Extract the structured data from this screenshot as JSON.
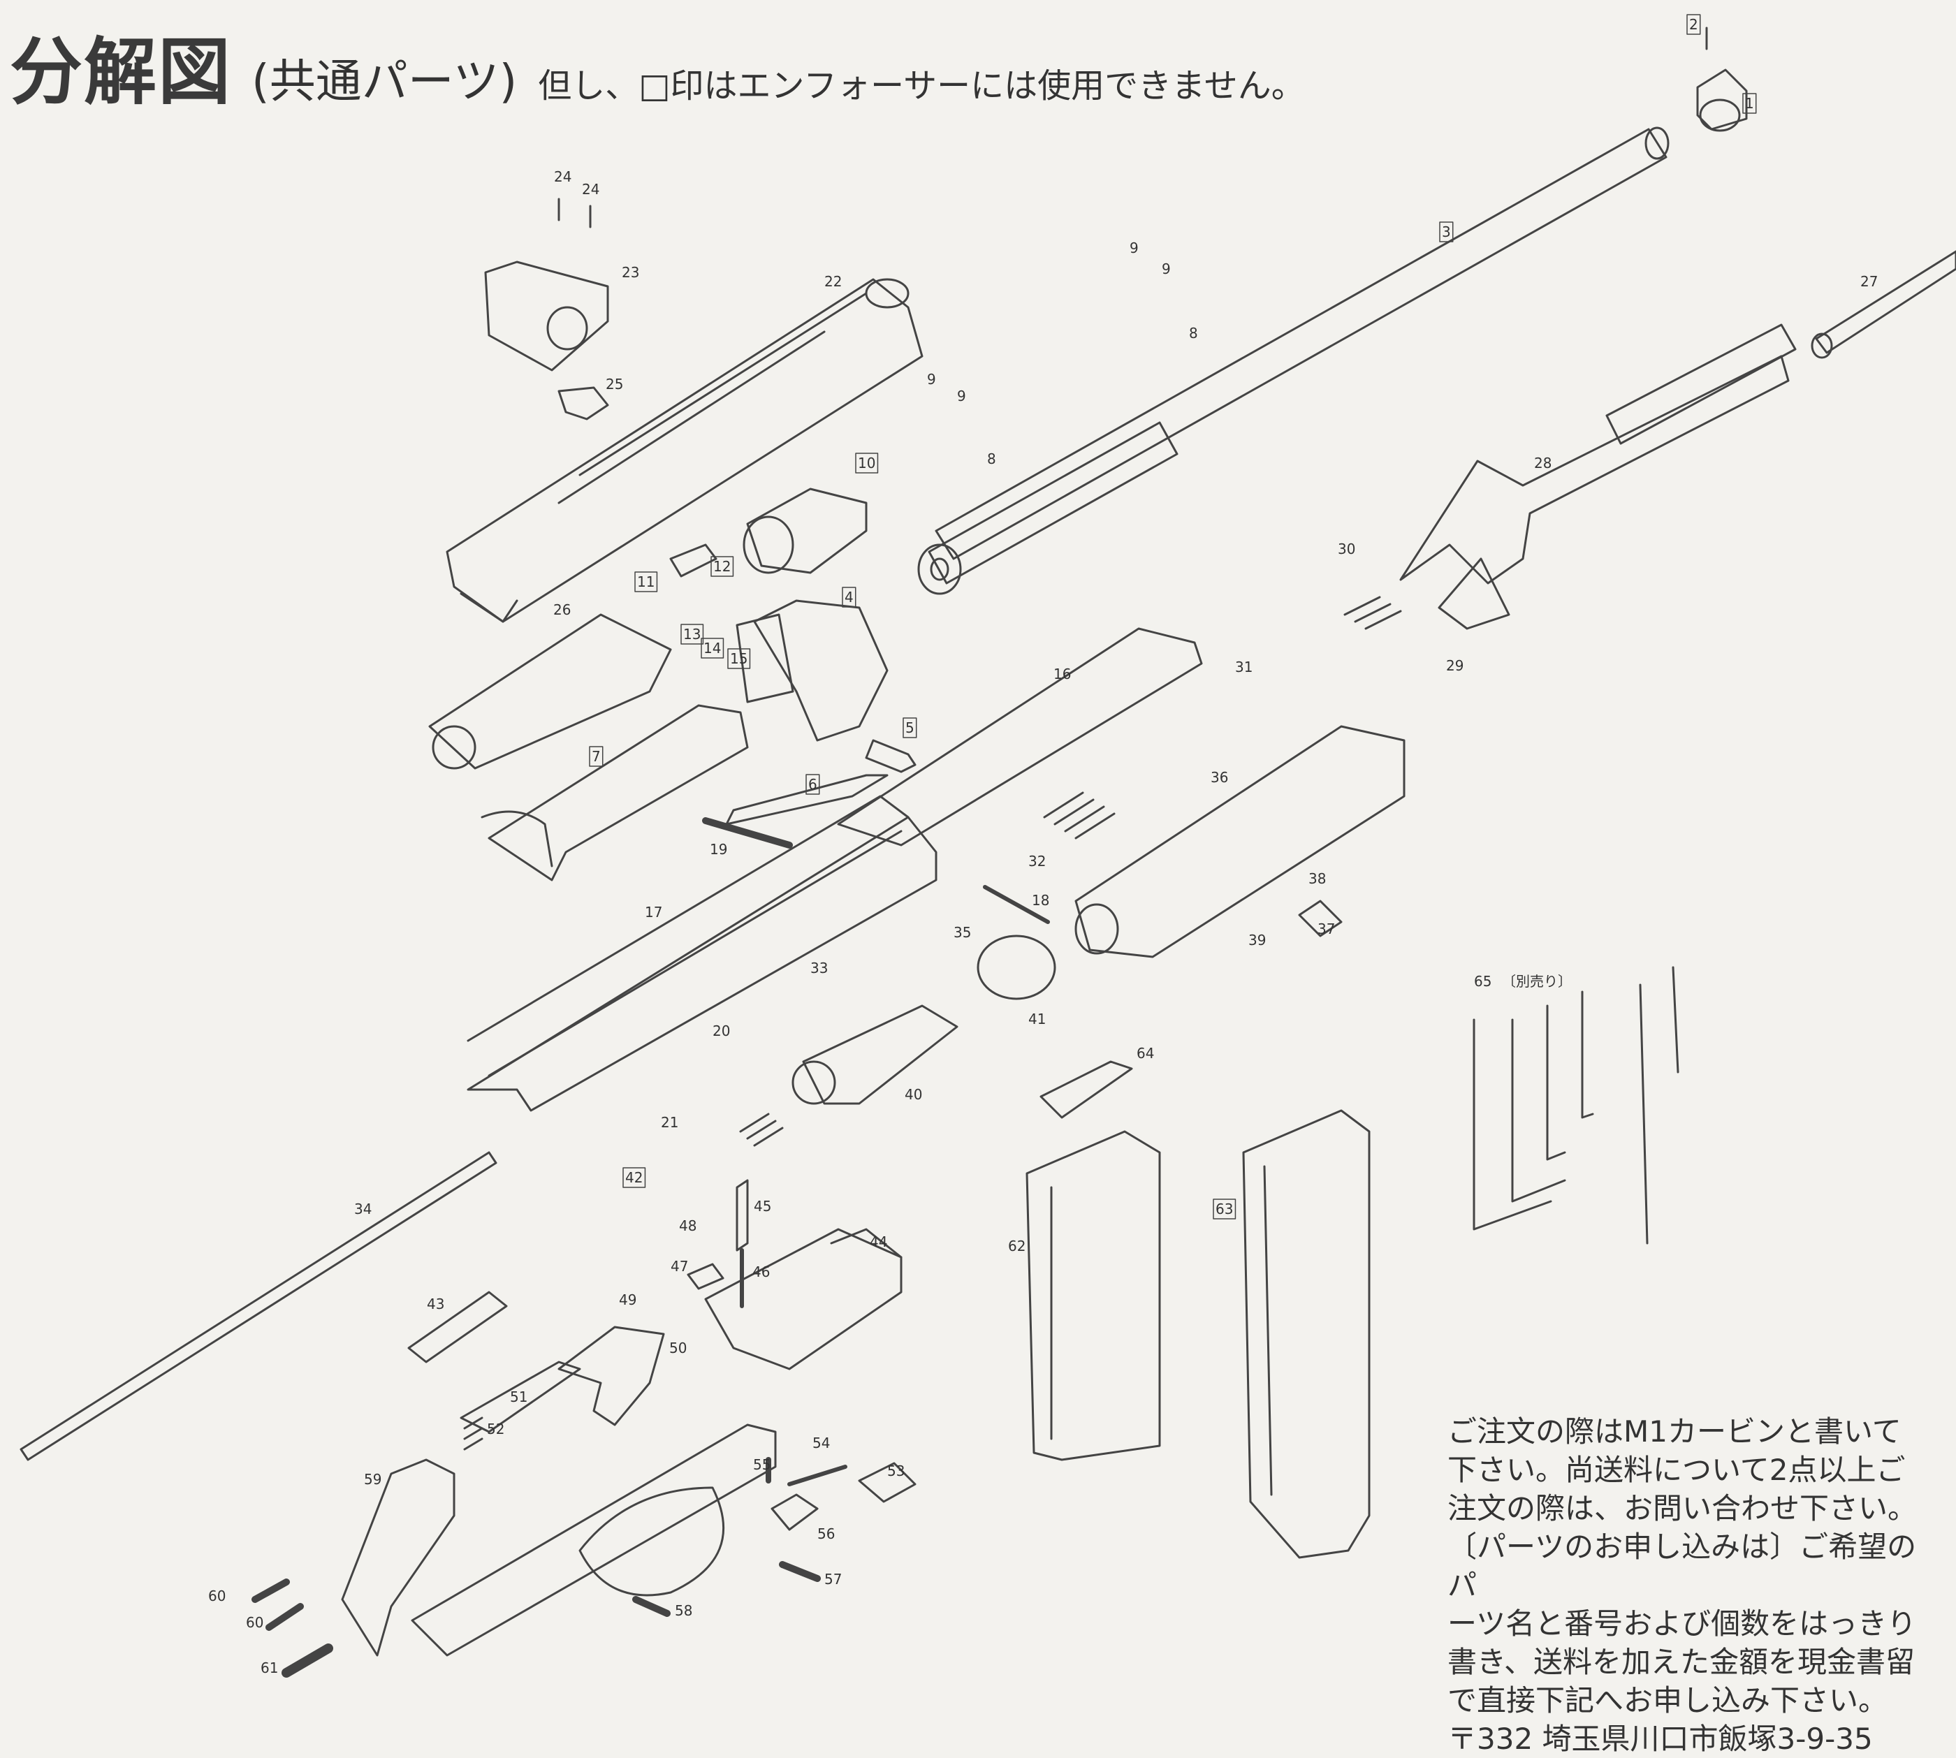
{
  "header": {
    "title": "分解図",
    "subtitle": "(共通パーツ)",
    "note": "但し、□印はエンフォーサーには使用できません。"
  },
  "order_text": [
    "ご注文の際はM1カービンと書いて",
    "下さい。尚送料について2点以上ご",
    "注文の際は、お問い合わせ下さい。",
    "〔パーツのお申し込みは〕ご希望のパ",
    "ーツ名と番号および個数をはっきり",
    "書き、送料を加えた金額を現金書留",
    "で直接下記へお申し込み下さい。",
    "〒332 埼玉県川口市飯塚3-9-35"
  ],
  "part_labels": [
    {
      "n": "1",
      "boxed": true
    },
    {
      "n": "2",
      "boxed": true
    },
    {
      "n": "3",
      "boxed": true
    },
    {
      "n": "4",
      "boxed": true
    },
    {
      "n": "5",
      "boxed": true
    },
    {
      "n": "6",
      "boxed": true
    },
    {
      "n": "7",
      "boxed": true
    },
    {
      "n": "8",
      "boxed": false
    },
    {
      "n": "8",
      "boxed": false
    },
    {
      "n": "9",
      "boxed": false
    },
    {
      "n": "9",
      "boxed": false
    },
    {
      "n": "9",
      "boxed": false
    },
    {
      "n": "9",
      "boxed": false
    },
    {
      "n": "10",
      "boxed": true
    },
    {
      "n": "11",
      "boxed": true
    },
    {
      "n": "12",
      "boxed": true
    },
    {
      "n": "13",
      "boxed": true
    },
    {
      "n": "14",
      "boxed": true
    },
    {
      "n": "15",
      "boxed": true
    },
    {
      "n": "16",
      "boxed": false
    },
    {
      "n": "17",
      "boxed": false
    },
    {
      "n": "18",
      "boxed": false
    },
    {
      "n": "19",
      "boxed": false
    },
    {
      "n": "20",
      "boxed": false
    },
    {
      "n": "21",
      "boxed": false
    },
    {
      "n": "22",
      "boxed": false
    },
    {
      "n": "23",
      "boxed": false
    },
    {
      "n": "24",
      "boxed": false
    },
    {
      "n": "24",
      "boxed": false
    },
    {
      "n": "25",
      "boxed": false
    },
    {
      "n": "26",
      "boxed": false
    },
    {
      "n": "27",
      "boxed": false
    },
    {
      "n": "28",
      "boxed": false
    },
    {
      "n": "29",
      "boxed": false
    },
    {
      "n": "30",
      "boxed": false
    },
    {
      "n": "31",
      "boxed": false
    },
    {
      "n": "32",
      "boxed": false
    },
    {
      "n": "33",
      "boxed": false
    },
    {
      "n": "34",
      "boxed": false
    },
    {
      "n": "35",
      "boxed": false
    },
    {
      "n": "36",
      "boxed": false
    },
    {
      "n": "37",
      "boxed": false
    },
    {
      "n": "38",
      "boxed": false
    },
    {
      "n": "39",
      "boxed": false
    },
    {
      "n": "40",
      "boxed": false
    },
    {
      "n": "41",
      "boxed": false
    },
    {
      "n": "42",
      "boxed": true
    },
    {
      "n": "43",
      "boxed": false
    },
    {
      "n": "44",
      "boxed": false
    },
    {
      "n": "45",
      "boxed": false
    },
    {
      "n": "46",
      "boxed": false
    },
    {
      "n": "47",
      "boxed": false
    },
    {
      "n": "48",
      "boxed": false
    },
    {
      "n": "49",
      "boxed": false
    },
    {
      "n": "50",
      "boxed": false
    },
    {
      "n": "51",
      "boxed": false
    },
    {
      "n": "52",
      "boxed": false
    },
    {
      "n": "53",
      "boxed": false
    },
    {
      "n": "54",
      "boxed": false
    },
    {
      "n": "55",
      "boxed": false
    },
    {
      "n": "56",
      "boxed": false
    },
    {
      "n": "57",
      "boxed": false
    },
    {
      "n": "58",
      "boxed": false
    },
    {
      "n": "59",
      "boxed": false
    },
    {
      "n": "60",
      "boxed": false
    },
    {
      "n": "60",
      "boxed": false
    },
    {
      "n": "61",
      "boxed": false
    },
    {
      "n": "62",
      "boxed": false
    },
    {
      "n": "63",
      "boxed": true
    },
    {
      "n": "64",
      "boxed": false
    },
    {
      "n": "65",
      "boxed": false
    }
  ],
  "separately_sold": "〔別売り〕"
}
